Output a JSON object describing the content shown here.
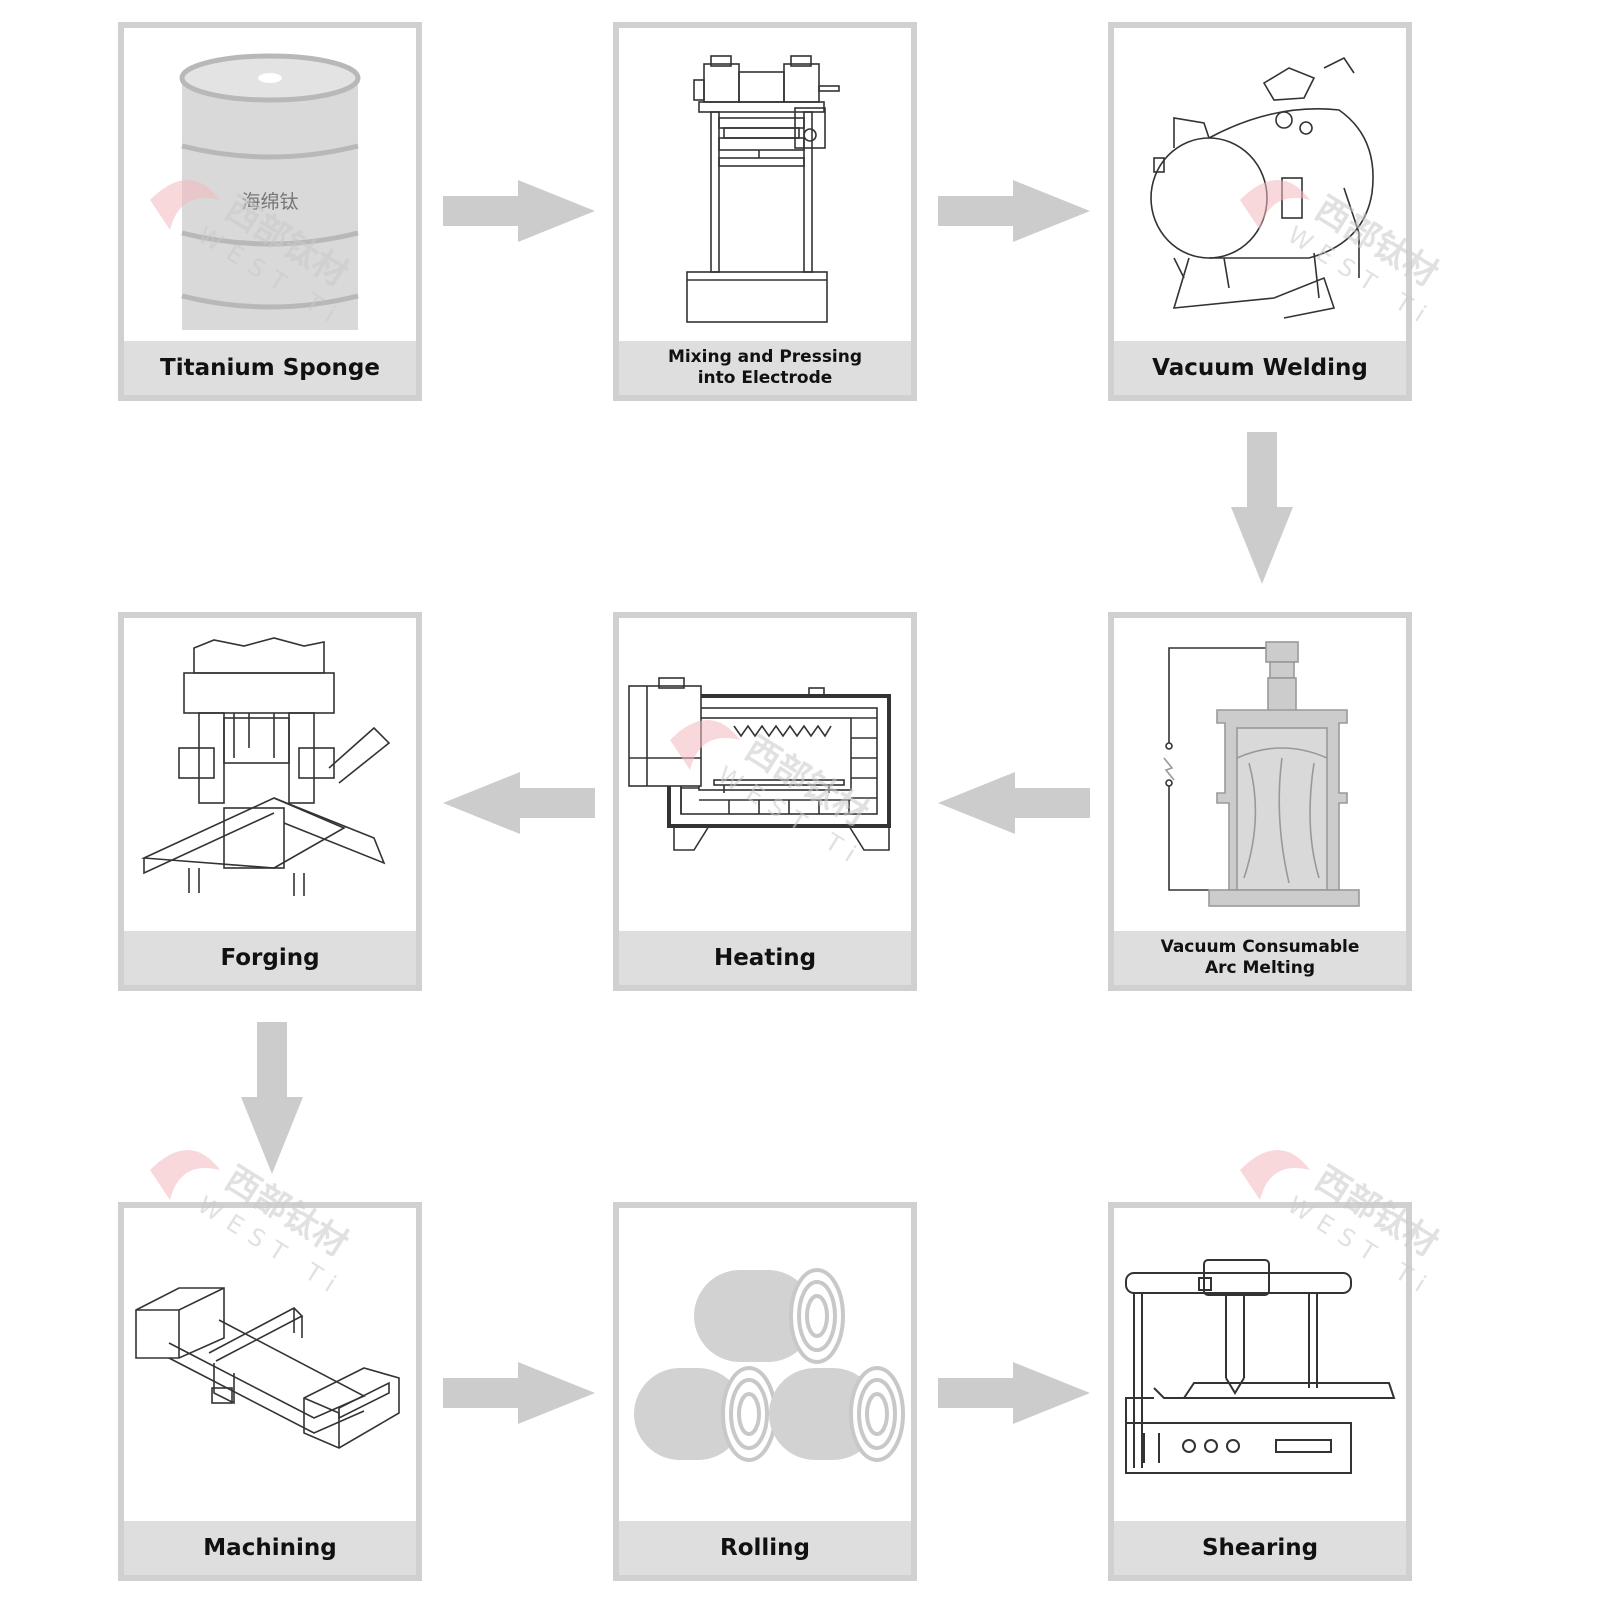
{
  "steps": [
    {
      "id": "titanium-sponge",
      "lines": [
        "Titanium Sponge"
      ]
    },
    {
      "id": "mixing-pressing",
      "lines": [
        "Mixing and Pressing",
        "into Electrode"
      ]
    },
    {
      "id": "vacuum-welding",
      "lines": [
        "Vacuum Welding"
      ]
    },
    {
      "id": "vacuum-arc-melting",
      "lines": [
        "Vacuum Consumable",
        "Arc Melting"
      ]
    },
    {
      "id": "heating",
      "lines": [
        "Heating"
      ]
    },
    {
      "id": "forging",
      "lines": [
        "Forging"
      ]
    },
    {
      "id": "machining",
      "lines": [
        "Machining"
      ]
    },
    {
      "id": "rolling",
      "lines": [
        "Rolling"
      ]
    },
    {
      "id": "shearing",
      "lines": [
        "Shearing"
      ]
    }
  ],
  "drum_text": "海绵钛",
  "watermark": {
    "cn": "西部钛材",
    "en": "WEST Ti"
  },
  "colors": {
    "arrow": "#cccccc",
    "border": "#d0d0d0",
    "label_bg": "#dedede",
    "watermark": "#f2b8bc",
    "line": "#333333"
  }
}
